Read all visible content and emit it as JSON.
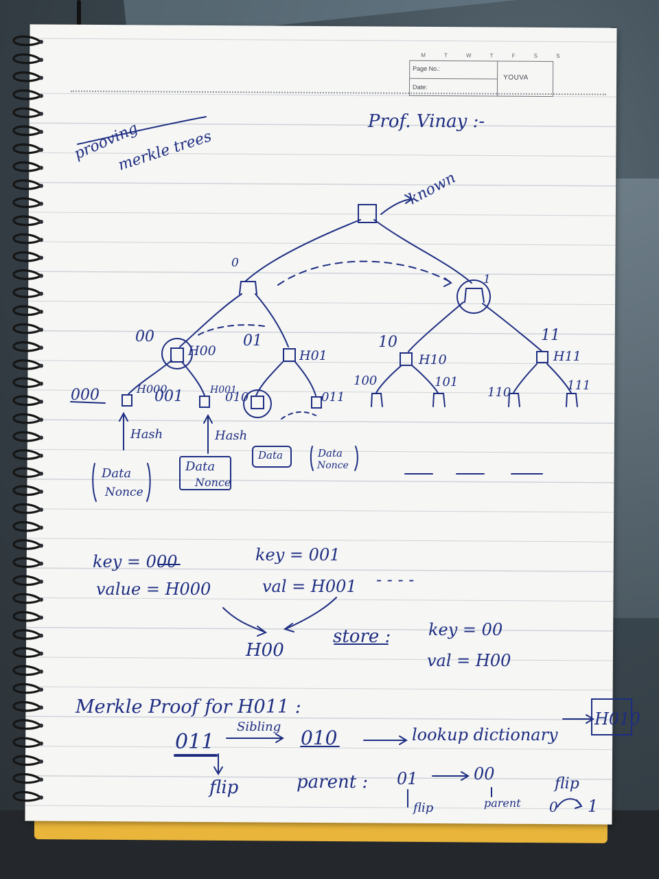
{
  "notebook": {
    "days": "M T W T F S S",
    "page_no_label": "Page No.:",
    "date_label": "Date:",
    "brand": "YOUVA"
  },
  "notes": {
    "title_left_line1": "prooving",
    "title_left_line2": "merkle trees",
    "title_right": "Prof. Vinay :-",
    "root_annotation": "known",
    "labels": {
      "left_child": "0",
      "right_child": "1",
      "n00": "00",
      "n01": "01",
      "n10": "10",
      "n11": "11",
      "h00": "H00",
      "h01": "H01",
      "h10": "H10",
      "h11": "H11",
      "l000": "000",
      "l001": "001",
      "l010": "010",
      "l011": "011",
      "l100": "100",
      "l101": "101",
      "l110": "110",
      "l111": "111",
      "h000": "H000",
      "h001": "H001",
      "hash1": "Hash",
      "hash2": "Hash",
      "data1": "Data",
      "nonce1": "Nonce",
      "data2": "Data",
      "nonce2": "Nonce",
      "data3": "Data",
      "data4": "Data",
      "nonce4": "Nonce"
    },
    "kv": {
      "key1": "key = 000",
      "val1": "value = H000",
      "key2": "key = 001",
      "val2": "val = H001",
      "dashes": "- - - -",
      "h00": "H00",
      "store": "store :",
      "store_key": "key = 00",
      "store_val": "val = H00"
    },
    "proof": {
      "heading": "Merkle Proof for H011 :",
      "bits": "011",
      "sibling_label": "Sibling",
      "sibling_bits": "010",
      "lookup": "lookup dictionary",
      "lookup_result": "H010",
      "flip1": "flip",
      "parent1": "parent :",
      "parent_bits": "01",
      "next_bits": "00",
      "flip2": "flip",
      "parent2": "parent",
      "flip3": "flip",
      "final_bits": "0",
      "final_one": "1"
    }
  }
}
